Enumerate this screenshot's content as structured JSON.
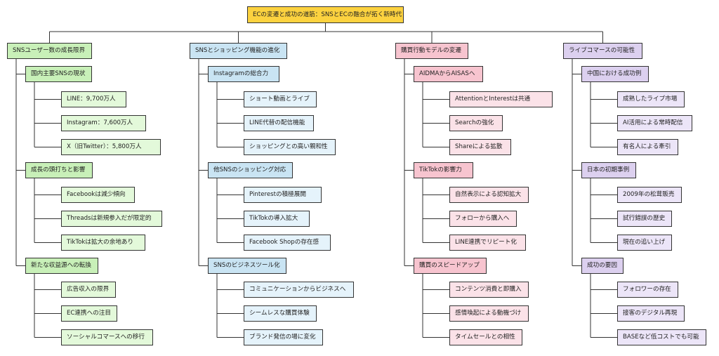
{
  "root": "ECの変遷と成功の道筋：SNSとECの融合が拓く新時代",
  "branches": [
    {
      "label": "SNSユーザー数の成長限界",
      "children": [
        {
          "label": "国内主要SNSの現状",
          "items": [
            "LINE：9,700万人",
            "Instagram：7,600万人",
            "X（旧Twitter）：5,800万人"
          ]
        },
        {
          "label": "成長の頭打ちと影響",
          "items": [
            "Facebookは減少傾向",
            "Threadsは新規参入だが限定的",
            "TikTokは拡大の余地あり"
          ]
        },
        {
          "label": "新たな収益源への転換",
          "items": [
            "広告収入の限界",
            "EC連携への注目",
            "ソーシャルコマースへの移行"
          ]
        }
      ]
    },
    {
      "label": "SNSとショッピング機能の進化",
      "children": [
        {
          "label": "Instagramの総合力",
          "items": [
            "ショート動画とライブ",
            "LINE代替の配信機能",
            "ショッピングとの高い親和性"
          ]
        },
        {
          "label": "他SNSのショッピング対応",
          "items": [
            "Pinterestの積極展開",
            "TikTokの導入拡大",
            "Facebook Shopの存在感"
          ]
        },
        {
          "label": "SNSのビジネスツール化",
          "items": [
            "コミュニケーションからビジネスへ",
            "シームレスな購買体験",
            "ブランド発信の場に変化"
          ]
        }
      ]
    },
    {
      "label": "購買行動モデルの変遷",
      "children": [
        {
          "label": "AIDMAからAISASへ",
          "items": [
            "AttentionとInterestは共通",
            "Searchの強化",
            "Shareによる拡散"
          ]
        },
        {
          "label": "TikTokの影響力",
          "items": [
            "自然表示による認知拡大",
            "フォローから購入へ",
            "LINE連携でリピート化"
          ]
        },
        {
          "label": "購買のスピードアップ",
          "items": [
            "コンテンツ消費と即購入",
            "感情喚起による動機づけ",
            "タイムセールとの相性"
          ]
        }
      ]
    },
    {
      "label": "ライブコマースの可能性",
      "children": [
        {
          "label": "中国における成功例",
          "items": [
            "成熟したライブ市場",
            "AI活用による常時配信",
            "有名人による牽引"
          ]
        },
        {
          "label": "日本の初期事例",
          "items": [
            "2009年の松茸販売",
            "試行錯誤の歴史",
            "現在の追い上げ"
          ]
        },
        {
          "label": "成功の要因",
          "items": [
            "フォロワーの存在",
            "接客のデジタル再現",
            "BASEなど低コストでも可能"
          ]
        }
      ]
    }
  ]
}
